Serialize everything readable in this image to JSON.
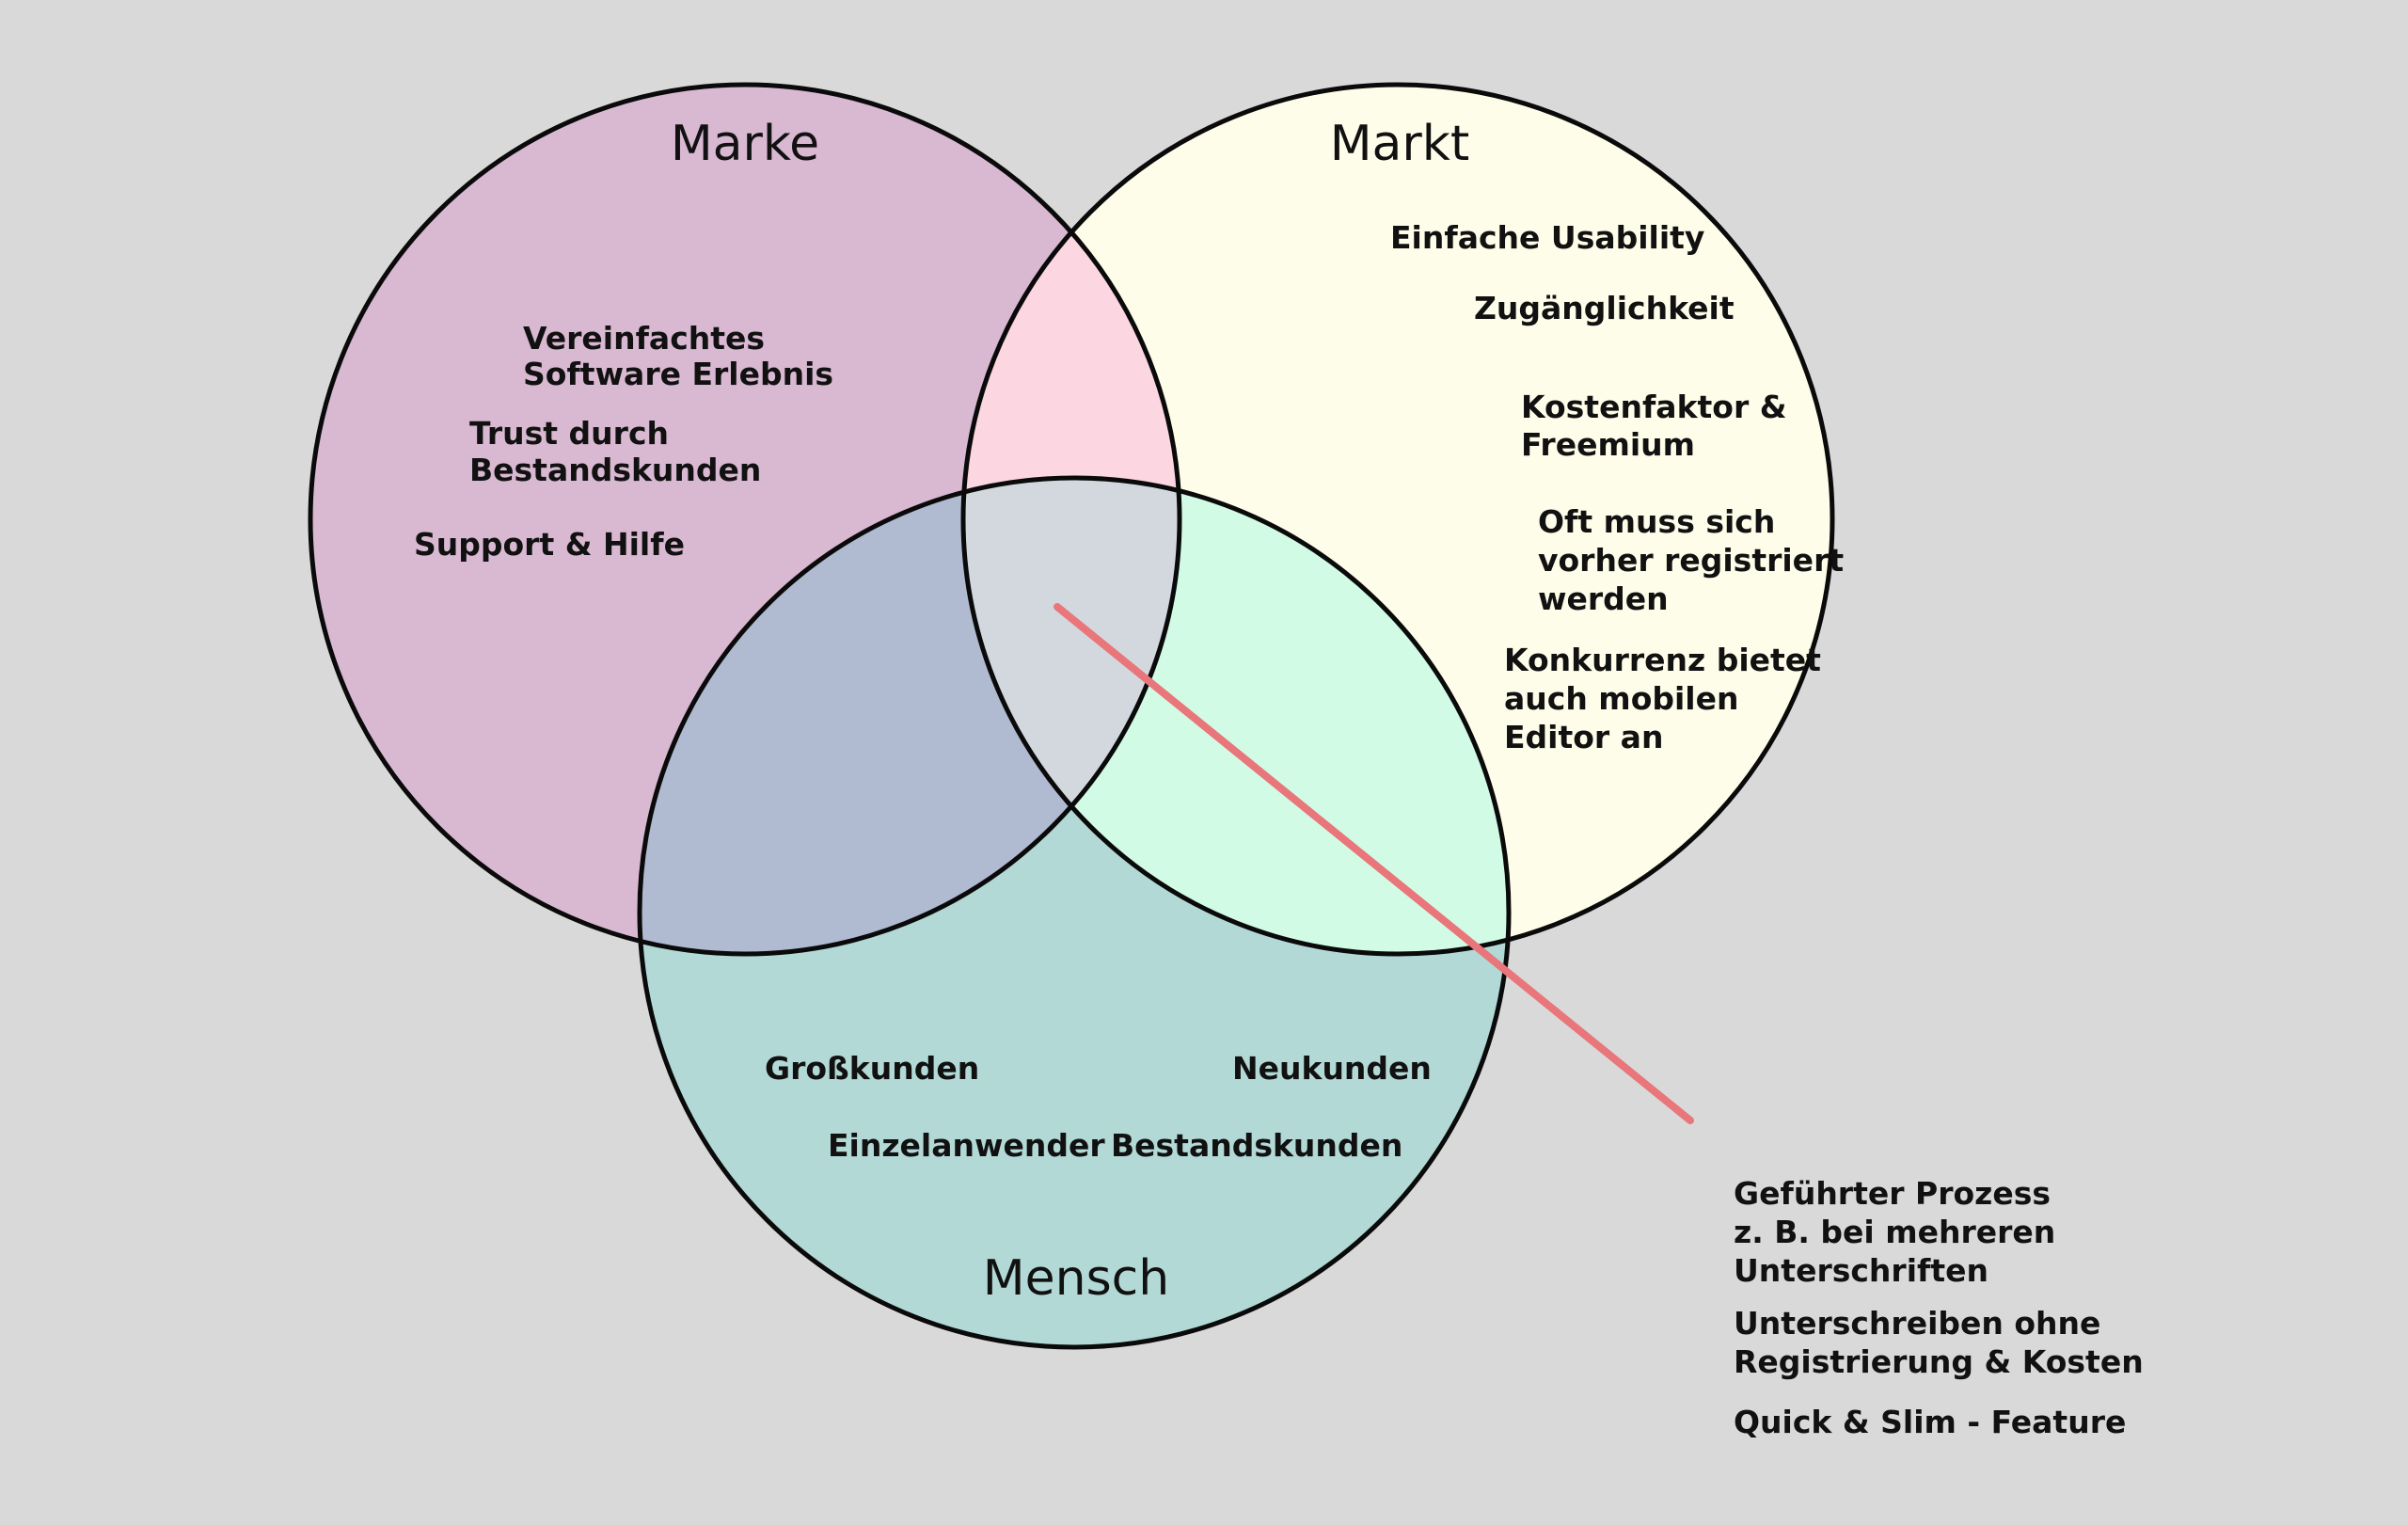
{
  "colors": {
    "background": "#d9d9d9",
    "marke_fill": "#d9b8d2",
    "markt_fill": "#fefde9",
    "mensch_fill": "#b2d9d6",
    "marke_markt_overlap": "#fcd6e0",
    "marke_mensch_overlap": "#b0bad0",
    "markt_mensch_overlap": "#d2fbe6",
    "center_overlap": "#d3d8df",
    "outline": "#0a0a0a",
    "pointer_line": "#e8767a"
  },
  "circles": {
    "marke": {
      "title": "Marke",
      "items": [
        [
          "Vereinfachtes",
          "Software Erlebnis"
        ],
        [
          "Trust durch",
          "Bestandskunden"
        ],
        [
          "Support & Hilfe"
        ]
      ]
    },
    "markt": {
      "title": "Markt",
      "items": [
        [
          "Einfache Usability"
        ],
        [
          "Zugänglichkeit"
        ],
        [
          "Kostenfaktor &",
          "Freemium"
        ],
        [
          "Oft muss sich",
          "vorher registriert",
          "werden"
        ],
        [
          "Konkurrenz bietet",
          "auch mobilen",
          "Editor an"
        ]
      ]
    },
    "mensch": {
      "title": "Mensch",
      "items": [
        [
          "Großkunden"
        ],
        [
          "Neukunden"
        ],
        [
          "Einzelanwender"
        ],
        [
          "Bestandskunden"
        ]
      ]
    }
  },
  "callout": {
    "items": [
      [
        "Geführter Prozess",
        "z. B. bei mehreren",
        "Unterschriften"
      ],
      [
        "Unterschreiben ohne",
        "Registrierung & Kosten"
      ],
      [
        "Quick & Slim - Feature"
      ]
    ]
  }
}
